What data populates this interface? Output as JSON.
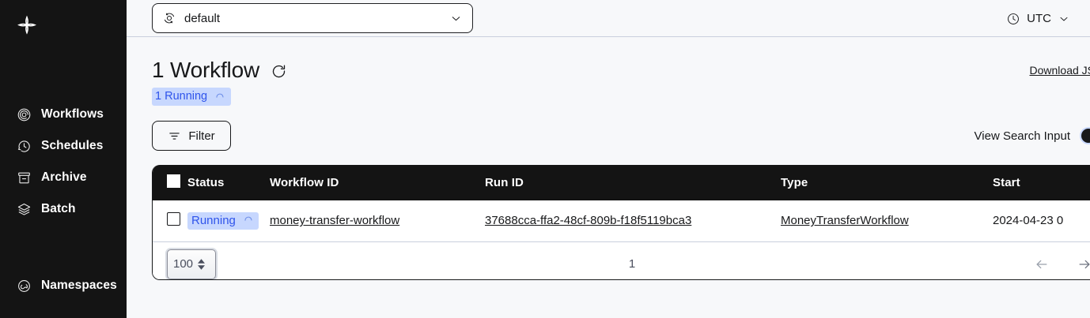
{
  "sidebar": {
    "logo_name": "temporal-logo",
    "items": [
      {
        "label": "Workflows",
        "icon": "workflows-icon"
      },
      {
        "label": "Schedules",
        "icon": "schedules-icon"
      },
      {
        "label": "Archive",
        "icon": "archive-icon"
      },
      {
        "label": "Batch",
        "icon": "batch-icon"
      }
    ],
    "bottom_items": [
      {
        "label": "Namespaces",
        "icon": "namespaces-icon"
      }
    ]
  },
  "topbar": {
    "namespace": "default",
    "namespace_icon": "namespace-icon",
    "timezone": "UTC",
    "timezone_icon": "clock-icon",
    "chevron_icon": "chevron-down-icon",
    "glasses_icon": "glasses-icon"
  },
  "header": {
    "title": "1 Workflow",
    "refresh_icon": "refresh-icon",
    "download_label": "Download JSON",
    "status_badge": "1 Running",
    "badge_icon": "spinner-arc-icon"
  },
  "toolbar": {
    "filter_label": "Filter",
    "filter_icon": "filter-icon",
    "toggle_label": "View Search Input",
    "toggle_state": "off"
  },
  "table": {
    "columns": [
      "Status",
      "Workflow ID",
      "Run ID",
      "Type",
      "Start"
    ],
    "rows": [
      {
        "status": "Running",
        "workflow_id": "money-transfer-workflow",
        "run_id": "37688cca-ffa2-48cf-809b-f18f5119bca3",
        "type": "MoneyTransferWorkflow",
        "start": "2024-04-23 0"
      }
    ]
  },
  "pagination": {
    "page_size": "100",
    "page_number": "1",
    "prev_icon": "arrow-left-icon",
    "next_icon": "arrow-right-icon"
  },
  "colors": {
    "sidebar_bg": "#141414",
    "page_bg": "#f7f8fa",
    "badge_bg": "#c7d7fe",
    "badge_text": "#2f54eb",
    "text": "#17181a",
    "border": "#c9cfdd"
  }
}
